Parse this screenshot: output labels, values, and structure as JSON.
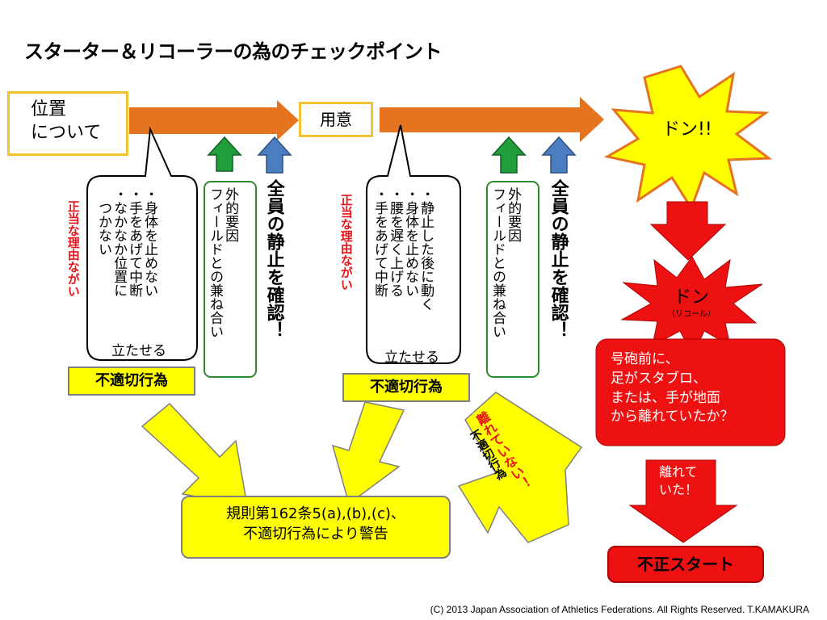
{
  "title": "スターター＆リコーラーの為のチェックポイント",
  "steps": {
    "position_label": "位置\nについて",
    "ready_label": "用意",
    "bang_label": "ドン!!"
  },
  "phase1": {
    "bubble_text": "・身体を止めない\n・手をあげて中断\n・なかなか位置に\n　つかない",
    "bubble_footer": "立たせる",
    "no_reason": "正当な理由ながい",
    "external": "外的要因\nフィールドとの兼ね合い",
    "confirm": "全員の静止を確認！",
    "improper": "不適切行為"
  },
  "phase2": {
    "bubble_text": "・静止した後に動く\n・身体を止めない\n・腰を遅く上げる\n・手をあげて中断",
    "bubble_footer": "立たせる",
    "no_reason": "正当な理由ながい",
    "external": "外的要因\nフィールドとの兼ね合い",
    "confirm": "全員の静止を確認！",
    "improper": "不適切行為"
  },
  "recall": {
    "burst_main": "ドン",
    "burst_sub": "（リコール）",
    "question": "号砲前に、\n足がスタブロ、\nまたは、手が地面\nから離れていたか？",
    "yes_label": "離れて\nいた！",
    "false_start": "不正スタート",
    "not_left_main": "離れていない！",
    "not_left_sub": "不適切行為"
  },
  "warning": "規則第162条5(a),(b),(c)、\n不適切行為により警告",
  "footer": "(C) 2013 Japan Association of Athletics Federations. All Rights Reserved. T.KAMAKURA",
  "colors": {
    "orange_arrow": "#e4741f",
    "green_arrow": "#1f9e3a",
    "blue_arrow": "#4a7ec0",
    "red": "#ee1111",
    "yellow": "#ffff00",
    "box_border": "#f2c230"
  }
}
